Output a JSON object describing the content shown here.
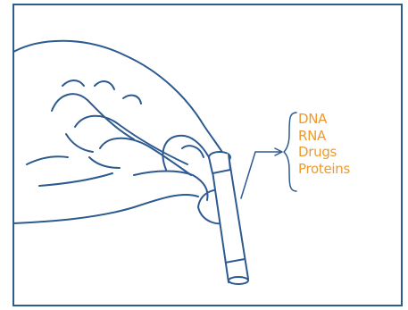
{
  "contents_labels": [
    "DNA",
    "RNA",
    "Drugs",
    "Proteins"
  ],
  "colors": {
    "line": "#2d5a8f",
    "label": "#ee9a2c",
    "frame": "#2d5a8f",
    "background": "#ffffff"
  },
  "icons": {
    "hand": "hand-holding-tube-icon",
    "tube": "sample-tube-icon"
  }
}
